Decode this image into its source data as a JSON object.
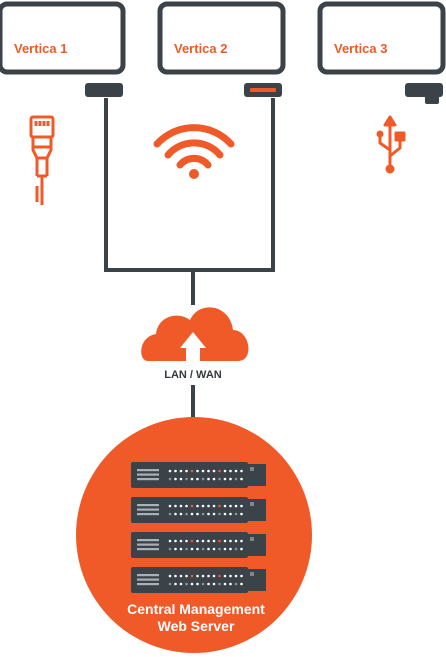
{
  "colors": {
    "accent": "#f05a28",
    "dark": "#3b4248",
    "white": "#ffffff"
  },
  "monitors": [
    {
      "label": "Vertica 1",
      "connector": "ethernet-icon"
    },
    {
      "label": "Vertica 2",
      "connector": "wifi-icon"
    },
    {
      "label": "Vertica 3",
      "connector": "usb-icon"
    }
  ],
  "network": {
    "label": "LAN / WAN",
    "icon": "cloud-upload-icon"
  },
  "server": {
    "line1": "Central Management",
    "line2": "Web Server",
    "icon": "server-rack-icon",
    "units": 4
  }
}
